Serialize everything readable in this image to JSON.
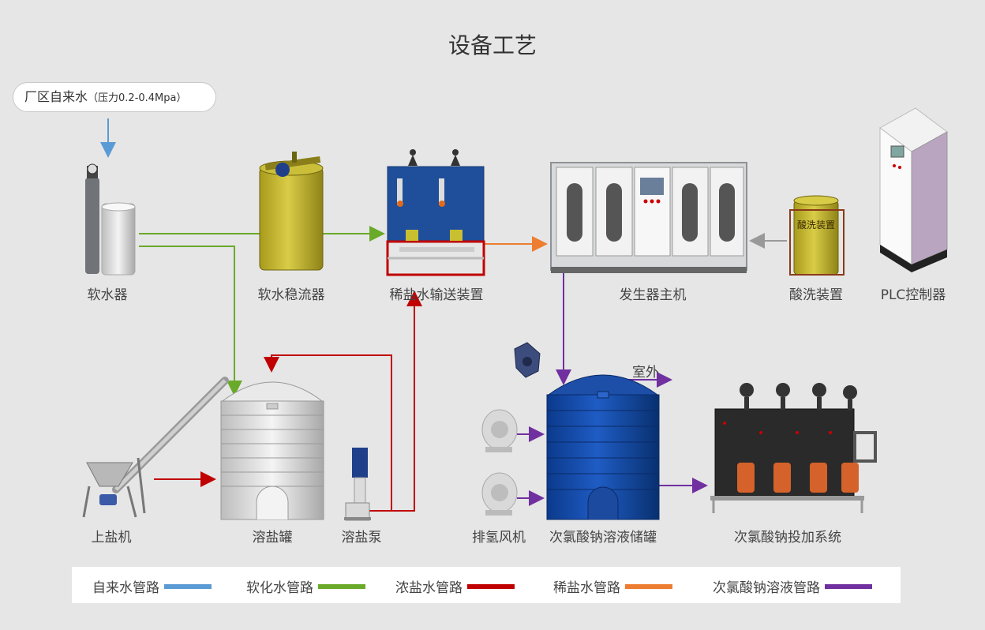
{
  "title": "设备工艺",
  "source": {
    "main": "厂区自来水",
    "sub": "（压力0.2-0.4Mpa）"
  },
  "equipment": [
    {
      "id": "softener",
      "label": "软水器"
    },
    {
      "id": "soft-buffer",
      "label": "软水稳流器"
    },
    {
      "id": "brine-delivery",
      "label": "稀盐水输送装置"
    },
    {
      "id": "generator",
      "label": "发生器主机"
    },
    {
      "id": "acid-wash",
      "label": "酸洗装置"
    },
    {
      "id": "plc",
      "label": "PLC控制器"
    },
    {
      "id": "salt-loader",
      "label": "上盐机"
    },
    {
      "id": "salt-tank",
      "label": "溶盐罐"
    },
    {
      "id": "salt-pump",
      "label": "溶盐泵"
    },
    {
      "id": "blower",
      "label": "排氢风机"
    },
    {
      "id": "storage",
      "label": "次氯酸钠溶液储罐"
    },
    {
      "id": "dosing",
      "label": "次氯酸钠投加系统"
    }
  ],
  "outdoor_label": "室外",
  "acid_tank_text": "酸洗装置",
  "legend": [
    {
      "label": "自来水管路",
      "color": "#5b9bd5"
    },
    {
      "label": "软化水管路",
      "color": "#6aaa2a"
    },
    {
      "label": "浓盐水管路",
      "color": "#c00000"
    },
    {
      "label": "稀盐水管路",
      "color": "#ed7d31"
    },
    {
      "label": "次氯酸钠溶液管路",
      "color": "#7030a0"
    }
  ]
}
